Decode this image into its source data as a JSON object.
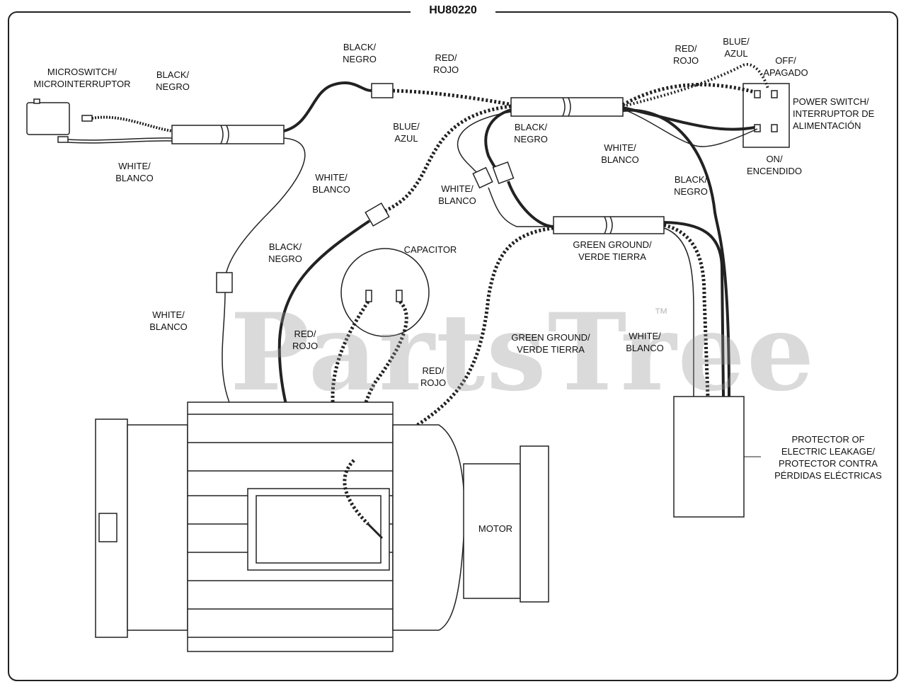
{
  "title": "HU80220",
  "watermark": "PartsTree",
  "trademark": "™",
  "labels": {
    "microswitch": "MICROSWITCH/\nMICROINTERRUPTOR",
    "black_negro_1": "BLACK/\nNEGRO",
    "white_blanco_1": "WHITE/\nBLANCO",
    "black_negro_2": "BLACK/\nNEGRO",
    "red_rojo_top": "RED/\nROJO",
    "red_rojo_right": "RED/\nROJO",
    "blue_azul_right": "BLUE/\nAZUL",
    "off_apagado": "OFF/\nAPAGADO",
    "power_switch": "POWER SWITCH/\nINTERRUPTOR DE\nALIMENTACIÓN",
    "on_encendido": "ON/\nENCENDIDO",
    "blue_azul_left": "BLUE/\nAZUL",
    "black_negro_3": "BLACK/\nNEGRO",
    "white_blanco_2": "WHITE/\nBLANCO",
    "white_blanco_3": "WHITE/\nBLANCO",
    "white_blanco_4": "WHITE/\nBLANCO",
    "black_negro_4": "BLACK/\nNEGRO",
    "green_ground_1": "GREEN GROUND/\nVERDE TIERRA",
    "black_negro_5": "BLACK/\nNEGRO",
    "capacitor": "CAPACITOR",
    "white_blanco_5": "WHITE/\nBLANCO",
    "red_rojo_cap1": "RED/\nROJO",
    "red_rojo_cap2": "RED/\nROJO",
    "green_ground_2": "GREEN GROUND/\nVERDE TIERRA",
    "white_blanco_6": "WHITE/\nBLANCO",
    "protector": "PROTECTOR OF\nELECTRIC LEAKAGE/\nPROTECTOR CONTRA\nPÉRDIDAS ELÉCTRICAS",
    "motor": "MOTOR"
  }
}
